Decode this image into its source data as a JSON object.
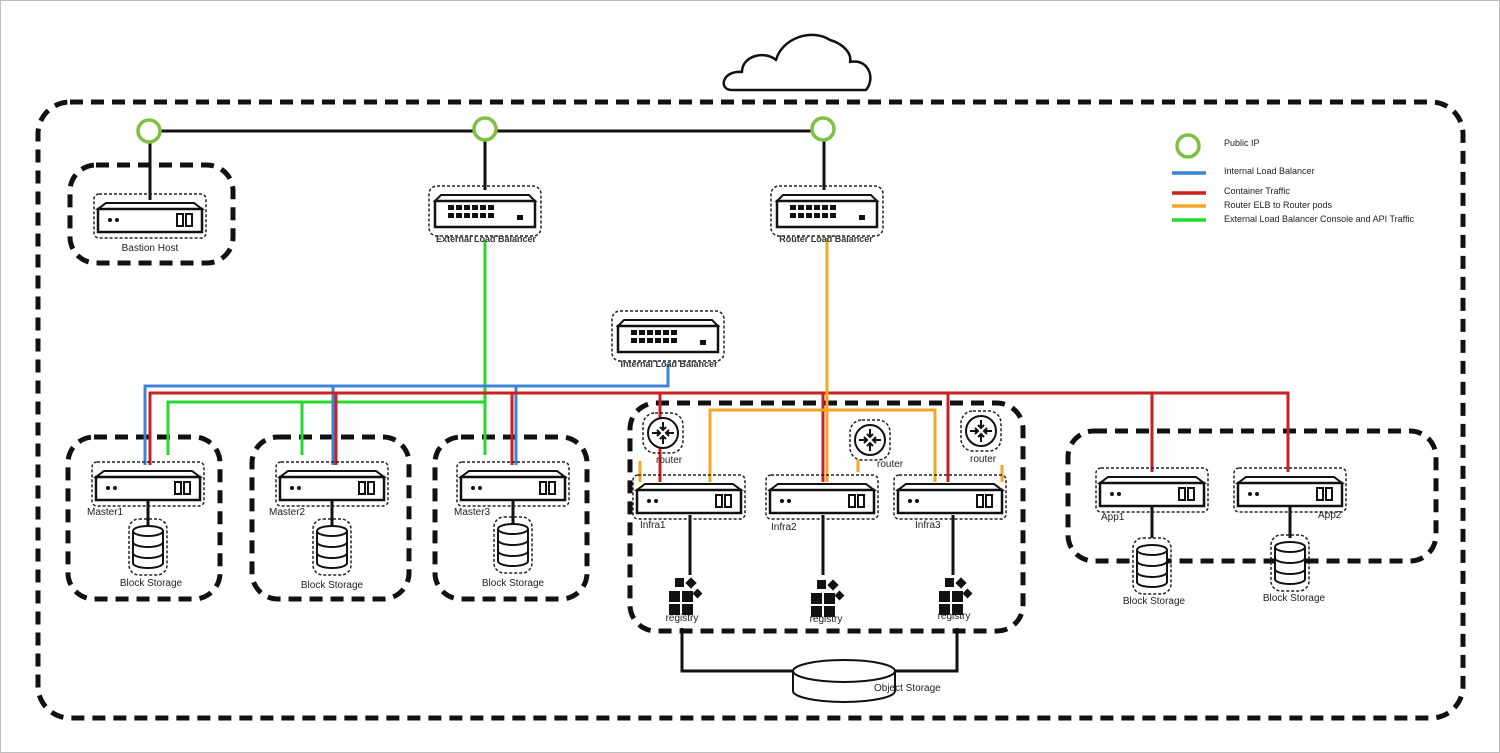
{
  "legend": {
    "public_ip": "Public IP",
    "internal_lb": "Internal Load Balancer",
    "container_traffic": "Container Traffic",
    "router_elb": "Router ELB to Router pods",
    "external_lb_traffic": "External Load Balancer Console and API Traffic"
  },
  "colors": {
    "public_ip": "#7dc142",
    "internal_lb": "#3c84d6",
    "container_traffic": "#cc1f1f",
    "router_elb": "#f5a623",
    "external_lb_traffic": "#27d92a"
  },
  "nodes": {
    "bastion": "Bastion Host",
    "external_lb": "External Load Balancer",
    "router_lb": "Router Load Balancer",
    "internal_lb": "Internal Load Balancer",
    "master1": "Master1",
    "master2": "Master2",
    "master3": "Master3",
    "infra1": "Infra1",
    "infra2": "Infra2",
    "infra3": "Infra3",
    "app1": "App1",
    "app2": "App2",
    "router": "router",
    "registry": "registry",
    "block_storage": "Block Storage",
    "object_storage": "Object Storage"
  },
  "icons": {
    "cloud": "cloud-icon",
    "server": "server-icon",
    "switch": "switch-icon",
    "router": "router-icon",
    "registry": "registry-icon",
    "database": "database-icon",
    "public_ip": "circle-icon"
  }
}
